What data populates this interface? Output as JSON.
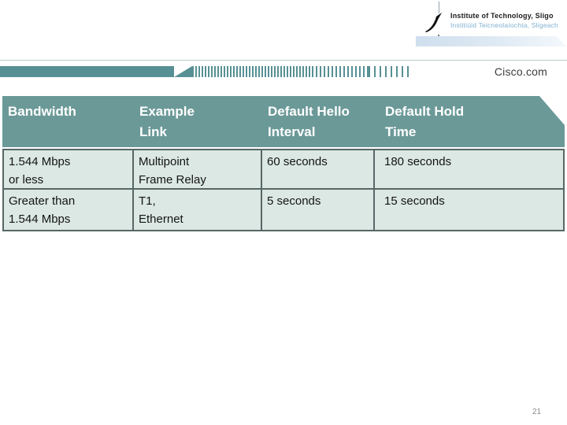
{
  "branding": {
    "institute_name": "Institute of Technology, Sligo",
    "institute_name_irish": "Institiúid Teicneolaíochta, Sligeach",
    "cisco_label": "Cisco.com"
  },
  "table": {
    "headers": [
      "Bandwidth",
      "Example\nLink",
      "Default Hello\nInterval",
      "Default Hold\nTime"
    ],
    "rows": [
      [
        "1.544 Mbps\nor less",
        "Multipoint\nFrame Relay",
        "60 seconds",
        "180 seconds"
      ],
      [
        "Greater than\n1.544 Mbps",
        "T1,\nEthernet",
        "5 seconds",
        "15 seconds"
      ]
    ]
  },
  "footer": {
    "page_number": "21"
  },
  "colors": {
    "banner_teal": "#579094",
    "header_teal": "#6b9998",
    "row_background": "#dbe8e3",
    "table_border": "#576766",
    "irish_text_blue": "#7fb0d0"
  }
}
